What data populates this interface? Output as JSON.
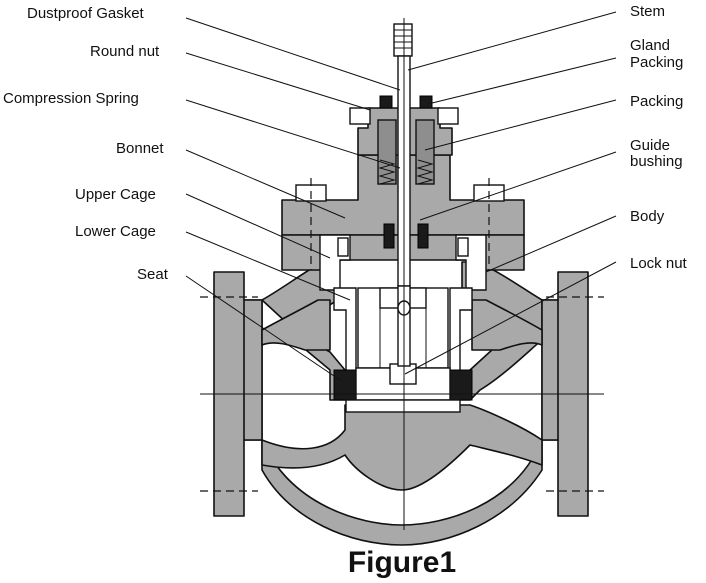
{
  "labels_left": [
    {
      "id": "dustproof-gasket",
      "text": "Dustproof Gasket"
    },
    {
      "id": "round-nut",
      "text": "Round nut"
    },
    {
      "id": "compression-spring",
      "text": "Compression Spring"
    },
    {
      "id": "bonnet",
      "text": "Bonnet"
    },
    {
      "id": "upper-cage",
      "text": "Upper Cage"
    },
    {
      "id": "lower-cage",
      "text": "Lower Cage"
    },
    {
      "id": "seat",
      "text": "Seat"
    }
  ],
  "labels_right": [
    {
      "id": "stem",
      "text": "Stem"
    },
    {
      "id": "gland-packing",
      "line1": "Gland",
      "line2": "Packing"
    },
    {
      "id": "packing",
      "text": "Packing"
    },
    {
      "id": "guide-bushing",
      "line1": "Guide",
      "line2": "bushing"
    },
    {
      "id": "body",
      "text": "Body"
    },
    {
      "id": "lock-nut",
      "text": "Lock nut"
    }
  ],
  "caption": "Figure1"
}
